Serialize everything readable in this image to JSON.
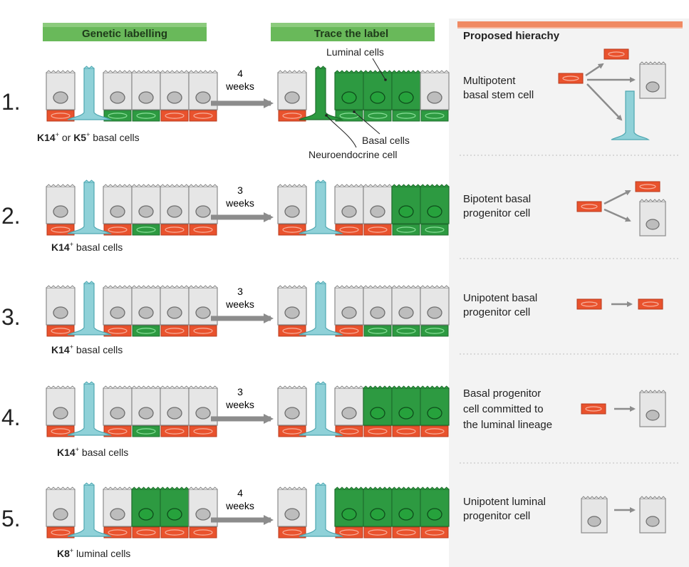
{
  "headers": {
    "genetic_labelling": "Genetic labelling",
    "trace_the_label": "Trace the label",
    "proposed_hierarchy": "Proposed hierachy"
  },
  "colors": {
    "header_green": "#69b95a",
    "header_orange": "#f08a63",
    "basal_red": "#e9522d",
    "green_cell": "#2d9a41",
    "neuroendocrine_cyan": "#8fd1d8",
    "grey_cell": "#e6e6e6",
    "arrow_grey": "#8c8c8c"
  },
  "annotations": {
    "luminal_cells": "Luminal cells",
    "basal_cells": "Basal cells",
    "neuroendocrine_cell": "Neuroendocrine cell"
  },
  "rows": [
    {
      "number": "1.",
      "label_bold": "K14",
      "label_sup": "+",
      "label_mid": " or ",
      "label_bold2": "K5",
      "label_sup2": "+",
      "label_rest": " basal cells",
      "time_value": "4",
      "time_unit": "weeks",
      "hierarchy": [
        "Multipotent",
        "basal stem cell"
      ]
    },
    {
      "number": "2.",
      "label_bold": "K14",
      "label_sup": "+",
      "label_rest": " basal cells",
      "time_value": "3",
      "time_unit": "weeks",
      "hierarchy": [
        "Bipotent basal",
        "progenitor cell"
      ]
    },
    {
      "number": "3.",
      "label_bold": "K14",
      "label_sup": "+",
      "label_rest": " basal cells",
      "time_value": "3",
      "time_unit": "weeks",
      "hierarchy": [
        "Unipotent basal",
        "progenitor cell"
      ]
    },
    {
      "number": "4.",
      "label_bold": "K14",
      "label_sup": "+",
      "label_rest": " basal cells",
      "time_value": "3",
      "time_unit": "weeks",
      "hierarchy": [
        "Basal progenitor",
        "cell committed to",
        "the luminal lineage"
      ]
    },
    {
      "number": "5.",
      "label_bold": "K8",
      "label_sup": "+",
      "label_rest": " luminal cells",
      "time_value": "4",
      "time_unit": "weeks",
      "hierarchy": [
        "Unipotent luminal",
        "progenitor cell"
      ]
    }
  ]
}
